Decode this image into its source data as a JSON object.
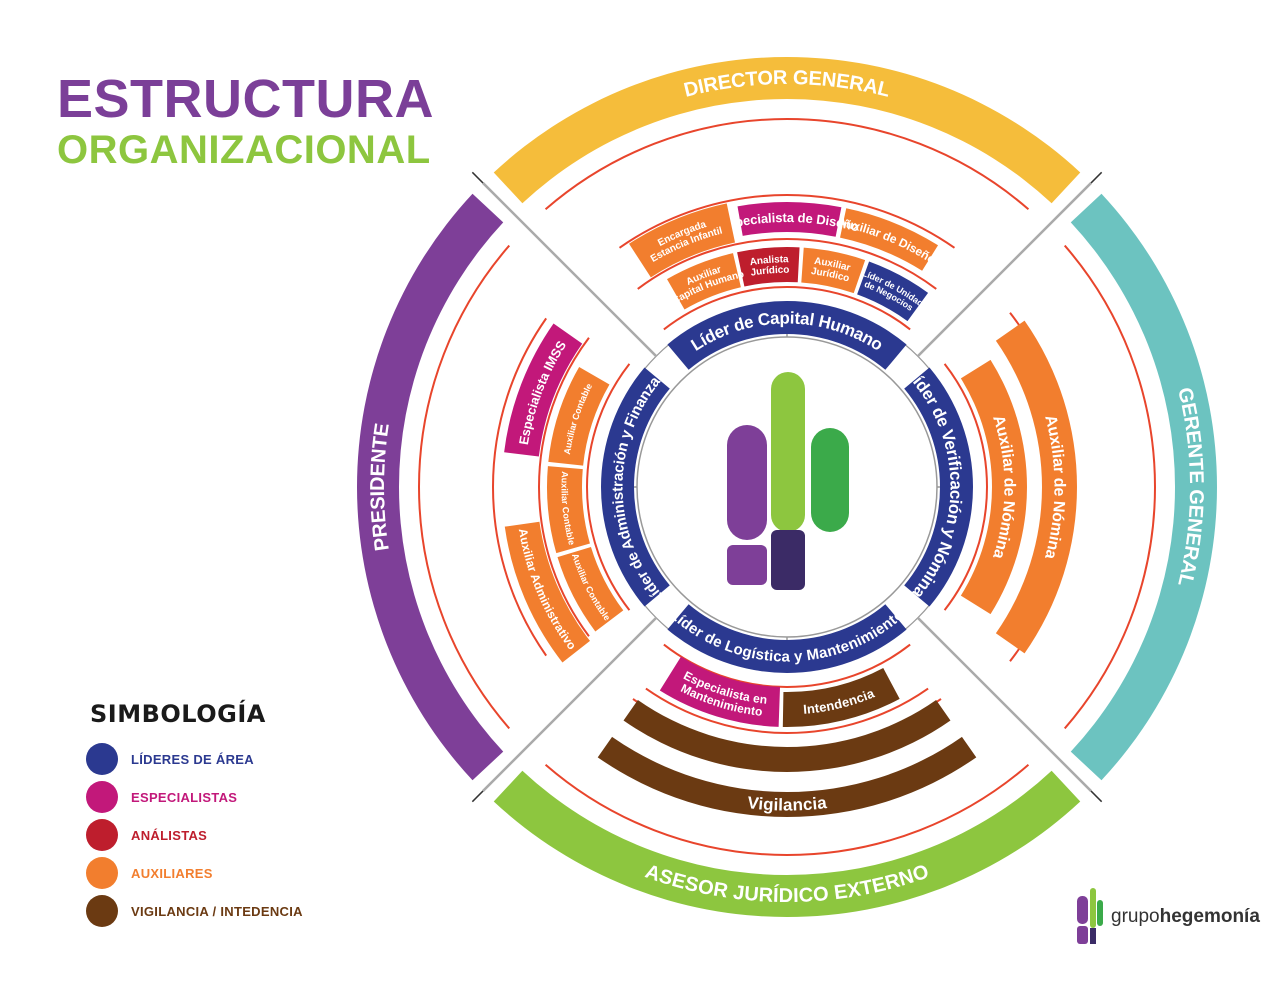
{
  "title": {
    "line1": "ESTRUCTURA",
    "line2": "ORGANIZACIONAL"
  },
  "colors": {
    "leader": "#2B3990",
    "specialist": "#C2187A",
    "analyst": "#BE1E2D",
    "auxiliary": "#F27E2E",
    "vigilance": "#6B3A12",
    "director": "#F5BD3B",
    "gerente": "#6CC3C0",
    "asesor": "#8DC63F",
    "presidente": "#7E3F98",
    "line": "#E8452C",
    "gray": "#999999"
  },
  "outer": {
    "director": "DIRECTOR GENERAL",
    "gerente": "GERENTE GENERAL",
    "asesor": "ASESOR JURÍDICO EXTERNO",
    "presidente": "PRESIDENTE"
  },
  "leaders": {
    "top": "Líder de Capital Humano",
    "right": "Líder de Verificación y Nóminas",
    "bottom": "Líder de Logística y Mantenimiento",
    "left": "Líder de Administración y Finanzas"
  },
  "top_roles": {
    "specialist_design": "Especialista de Diseño",
    "aux_design": "Auxiliar de Diseño",
    "childcare": [
      "Encargada",
      "Estancia Infantil"
    ],
    "aux_hr": [
      "Auxiliar",
      "Capital Humano"
    ],
    "legal_analyst": [
      "Analista",
      "Jurídico"
    ],
    "aux_legal": [
      "Auxiliar",
      "Jurídico"
    ],
    "unit_leader": [
      "Líder de Unidad",
      "de Negocios"
    ]
  },
  "right_roles": {
    "payroll_outer": "Auxiliar de Nómina",
    "payroll_inner": "Auxiliar de Nómina"
  },
  "bottom_roles": {
    "maint_specialist": [
      "Especialista en",
      "Mantenimiento"
    ],
    "intendencia": "Intendencia",
    "vigilancia": "Vigilancia"
  },
  "left_roles": {
    "imss": "Especialista IMSS",
    "aux_admin": "Auxiliar Administrativo",
    "acct_top": "Auxiliar Contable",
    "acct_mid": "Auxiliar Contable",
    "acct_bot": "Auxiliar Contable"
  },
  "legend": {
    "title": "SIMBOLOGÍA",
    "items": [
      {
        "label": "LÍDERES DE ÁREA",
        "color": "#2B3990"
      },
      {
        "label": "ESPECIALISTAS",
        "color": "#C2187A"
      },
      {
        "label": "ANÁLISTAS",
        "color": "#BE1E2D"
      },
      {
        "label": "AUXILIARES",
        "color": "#F27E2E"
      },
      {
        "label": "VIGILANCIA / INTEDENCIA",
        "color": "#6B3A12"
      }
    ]
  },
  "brand": {
    "prefix": "grupo",
    "name": "hegemonía"
  }
}
